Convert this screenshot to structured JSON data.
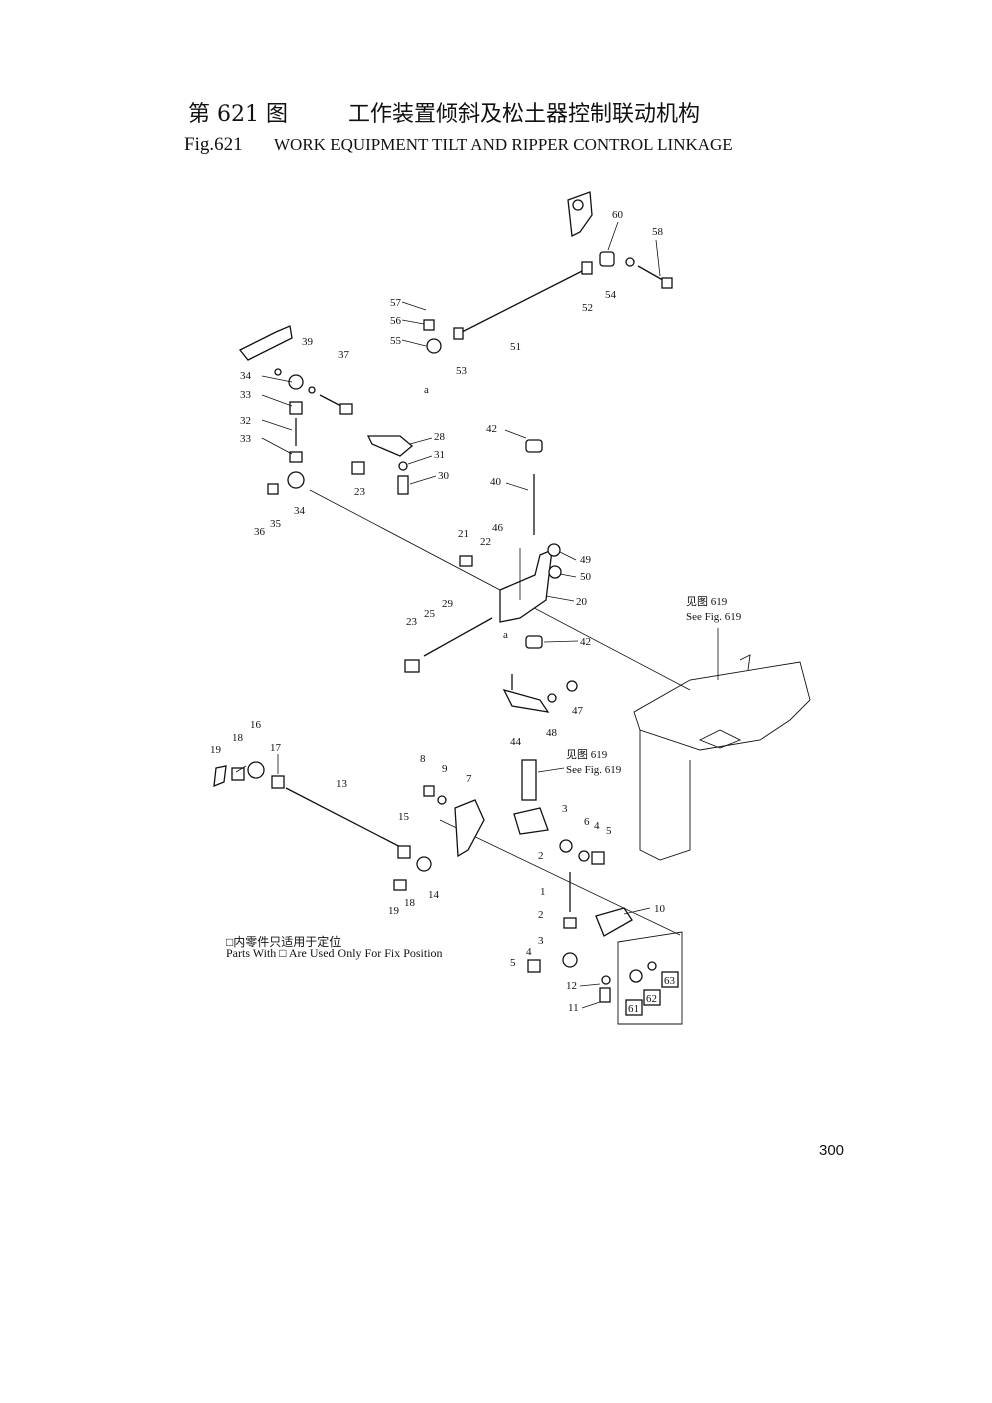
{
  "header": {
    "cn_fig": "第 621 图",
    "cn_title": "工作装置倾斜及松土器控制联动机构",
    "en_fig": "Fig.621",
    "en_title": "WORK EQUIPMENT TILT AND RIPPER CONTROL LINKAGE"
  },
  "callouts": {
    "see619_cn_a": "见图 619",
    "see619_en_a": "See Fig. 619",
    "see619_cn_b": "见图 619",
    "see619_en_b": "See Fig. 619",
    "ref_a_top": "a",
    "ref_a_mid": "a"
  },
  "note": {
    "cn": "□内零件只适用于定位",
    "en": "Parts With □ Are Used Only For Fix Position"
  },
  "labels": [
    "60",
    "58",
    "57",
    "56",
    "55",
    "53",
    "51",
    "52",
    "54",
    "39",
    "37",
    "34",
    "33",
    "32",
    "33",
    "28",
    "31",
    "30",
    "23",
    "42",
    "40",
    "46",
    "21",
    "22",
    "49",
    "50",
    "20",
    "29",
    "25",
    "23",
    "42",
    "47",
    "48",
    "44",
    "36",
    "35",
    "34",
    "16",
    "18",
    "19",
    "17",
    "13",
    "8",
    "9",
    "7",
    "15",
    "14",
    "18",
    "19",
    "3",
    "6",
    "4",
    "5",
    "2",
    "1",
    "2",
    "3",
    "4",
    "5",
    "10",
    "12",
    "11",
    "61",
    "62",
    "63"
  ],
  "page_number": "300"
}
